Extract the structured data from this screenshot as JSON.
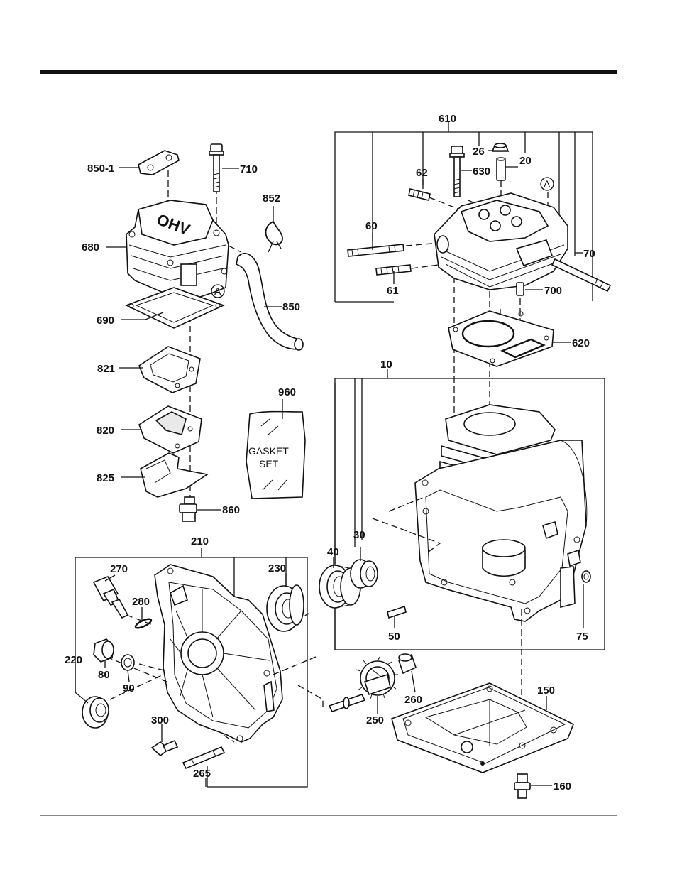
{
  "labels": {
    "l850_1": "850-1",
    "l710": "710",
    "l852": "852",
    "l680": "680",
    "l690": "690",
    "l850": "850",
    "l821": "821",
    "l960": "960",
    "l820": "820",
    "l825": "825",
    "l860": "860",
    "l610": "610",
    "l26": "26",
    "l20": "20",
    "l62": "62",
    "l630": "630",
    "l60": "60",
    "l70": "70",
    "l61": "61",
    "l700": "700",
    "l620": "620",
    "l10": "10",
    "l40": "40",
    "l30": "30",
    "l50": "50",
    "l75": "75",
    "l210": "210",
    "l270": "270",
    "l230": "230",
    "l280": "280",
    "l220": "220",
    "l80": "80",
    "l90": "90",
    "l300": "300",
    "l265": "265",
    "l250": "250",
    "l260": "260",
    "l150": "150",
    "l160": "160"
  },
  "markers": {
    "a_left": "A",
    "a_right": "A"
  },
  "cover_text": "OHV",
  "gasket_set": {
    "line1": "GASKET",
    "line2": "SET"
  }
}
